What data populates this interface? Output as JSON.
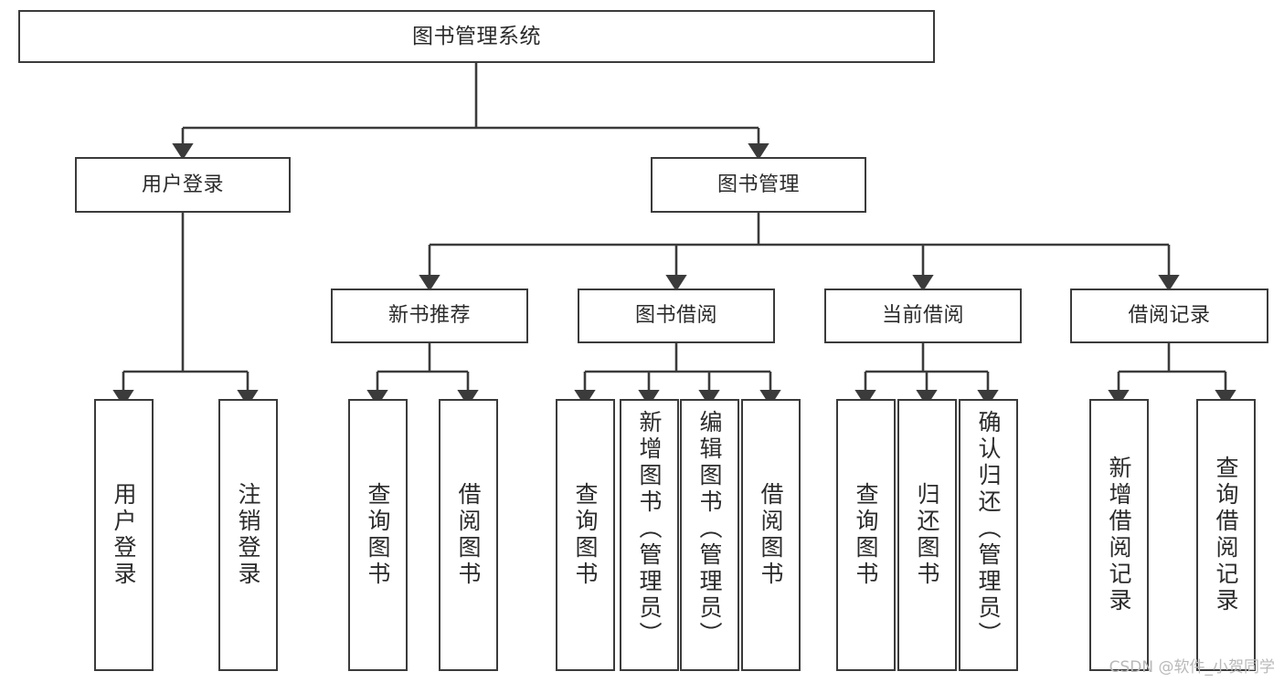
{
  "diagram": {
    "title": "图书管理系统",
    "type": "tree",
    "line_color": "#3b3b3b",
    "box_fill": "#ffffff",
    "text_color": "#2b2b2b",
    "watermark": "CSDN @软件_小贺同学"
  },
  "nodes": {
    "root": {
      "label": "图书管理系统"
    },
    "level1": [
      {
        "label": "用户登录"
      },
      {
        "label": "图书管理"
      }
    ],
    "level2": [
      {
        "label": "新书推荐"
      },
      {
        "label": "图书借阅"
      },
      {
        "label": "当前借阅"
      },
      {
        "label": "借阅记录"
      }
    ],
    "leaves_user_login": [
      {
        "label": "用户登录"
      },
      {
        "label": "注销登录"
      }
    ],
    "leaves_new_book": [
      {
        "label": "查询图书"
      },
      {
        "label": "借阅图书"
      }
    ],
    "leaves_borrow": [
      {
        "label": "查询图书"
      },
      {
        "label": "新增图书（管理员）"
      },
      {
        "label": "编辑图书（管理员）"
      },
      {
        "label": "借阅图书"
      }
    ],
    "leaves_current": [
      {
        "label": "查询图书"
      },
      {
        "label": "归还图书"
      },
      {
        "label": "确认归还（管理员）"
      }
    ],
    "leaves_records": [
      {
        "label": "新增借阅记录"
      },
      {
        "label": "查询借阅记录"
      }
    ]
  }
}
